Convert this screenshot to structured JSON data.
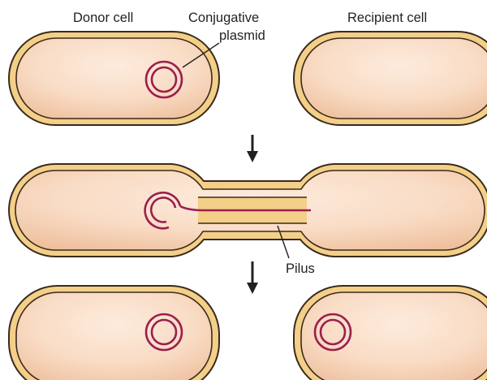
{
  "labels": {
    "donor_cell": "Donor cell",
    "conjugative_plasmid_line1": "Conjugative",
    "conjugative_plasmid_line2": "plasmid",
    "recipient_cell": "Recipient cell",
    "pilus": "Pilus"
  },
  "colors": {
    "cell_wall_outer": "#3a2a1c",
    "cell_wall_fill": "#f3cf88",
    "cytoplasm_light": "#fde7d6",
    "cytoplasm_dark": "#f0c6a4",
    "plasmid": "#9c1f4d",
    "arrow": "#231f20",
    "text": "#231f20"
  }
}
